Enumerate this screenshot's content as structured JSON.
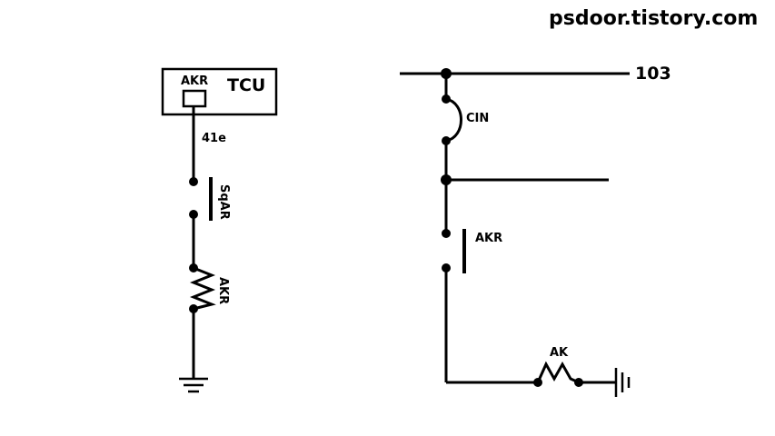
{
  "watermark": "psdoor.tistory.com",
  "left_circuit": {
    "tcu_label": "TCU",
    "relay_label": "AKR",
    "wire_label": "41e",
    "contact_label": "SqAR",
    "coil_label": "AKR"
  },
  "right_circuit": {
    "bus_label": "103",
    "cin_label": "CIN",
    "contact_label": "AKR",
    "coil_label": "AK"
  },
  "colors": {
    "ink": "#000000",
    "background": "#ffffff"
  }
}
